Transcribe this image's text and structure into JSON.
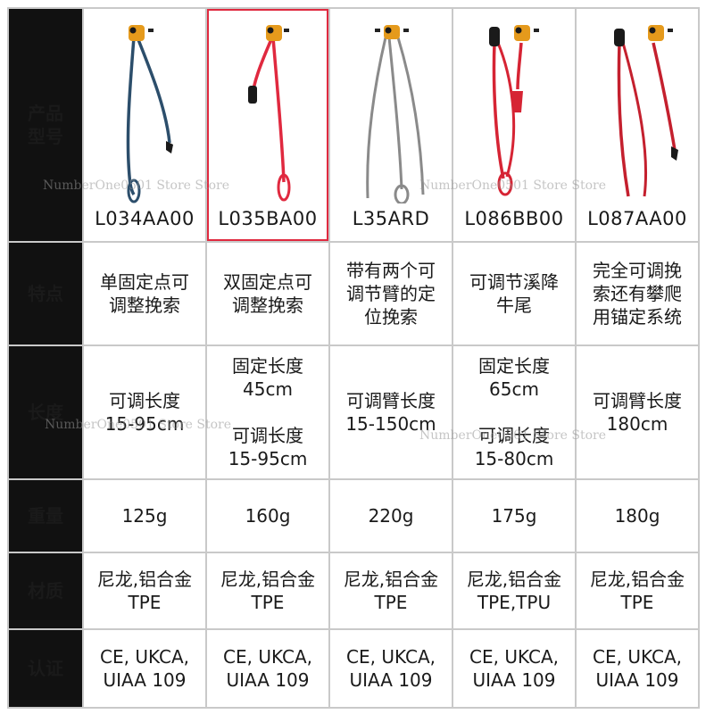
{
  "labels": {
    "model": "产品\n型号",
    "feature": "特点",
    "length": "长度",
    "weight": "重量",
    "material": "材质",
    "cert": "认证"
  },
  "products": [
    {
      "model": "L034AA00",
      "feature": "单固定点可\n调整挽索",
      "length_a": "可调长度\n15-95cm",
      "length_b": "",
      "weight": "125g",
      "material": "尼龙,铝合金\nTPE",
      "cert": "CE, UKCA,\nUIAA 109",
      "icon": "single-leg-adjustable-lanyard-icon",
      "color": "#2c4e6b"
    },
    {
      "model": "L035BA00",
      "feature": "双固定点可\n调整挽索",
      "length_a": "固定长度\n45cm",
      "length_b": "可调长度\n15-95cm",
      "weight": "160g",
      "material": "尼龙,铝合金\nTPE",
      "cert": "CE, UKCA,\nUIAA 109",
      "icon": "double-leg-adjustable-lanyard-icon",
      "color": "#e0293f"
    },
    {
      "model": "L35ARD",
      "feature": "带有两个可\n调节臂的定\n位挽索",
      "length_a": "可调臂长度\n15-150cm",
      "length_b": "",
      "weight": "220g",
      "material": "尼龙,铝合金\nTPE",
      "cert": "CE, UKCA,\nUIAA 109",
      "icon": "two-arm-positioning-lanyard-icon",
      "color": "#8a8a8a"
    },
    {
      "model": "L086BB00",
      "feature": "可调节溪降\n牛尾",
      "length_a": "固定长度\n65cm",
      "length_b": "可调长度\n15-80cm",
      "weight": "175g",
      "material": "尼龙,铝合金\nTPE,TPU",
      "cert": "CE, UKCA,\nUIAA 109",
      "icon": "canyoning-cowstail-icon",
      "color": "#d62434"
    },
    {
      "model": "L087AA00",
      "feature": "完全可调挽\n索还有攀爬\n用锚定系统",
      "length_a": "可调臂长度\n180cm",
      "length_b": "",
      "weight": "180g",
      "material": "尼龙,铝合金\nTPE",
      "cert": "CE, UKCA,\nUIAA 109",
      "icon": "fully-adjustable-lanyard-icon",
      "color": "#c4202e"
    }
  ],
  "colors": {
    "label_bg": "#111111",
    "label_text": "#ffffff",
    "border": "#c9c9c9",
    "selected_outline": "#e0293f"
  },
  "watermark": {
    "text": "NumberOne0501 Store Store"
  }
}
